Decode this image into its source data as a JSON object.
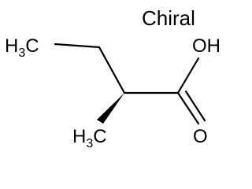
{
  "molecule": {
    "chirality_label": "Chiral",
    "atoms": {
      "methyl_top": {
        "element": "H",
        "subscript": "3",
        "carbon": "C"
      },
      "methyl_bottom": {
        "element": "H",
        "subscript": "3",
        "carbon": "C"
      },
      "hydroxyl": "OH",
      "carbonyl_oxygen": "O"
    },
    "bonds": {
      "stereo_bond": "wedge",
      "carbonyl_bond": "double"
    },
    "colors": {
      "line": "#000000",
      "background": "#ffffff"
    }
  }
}
